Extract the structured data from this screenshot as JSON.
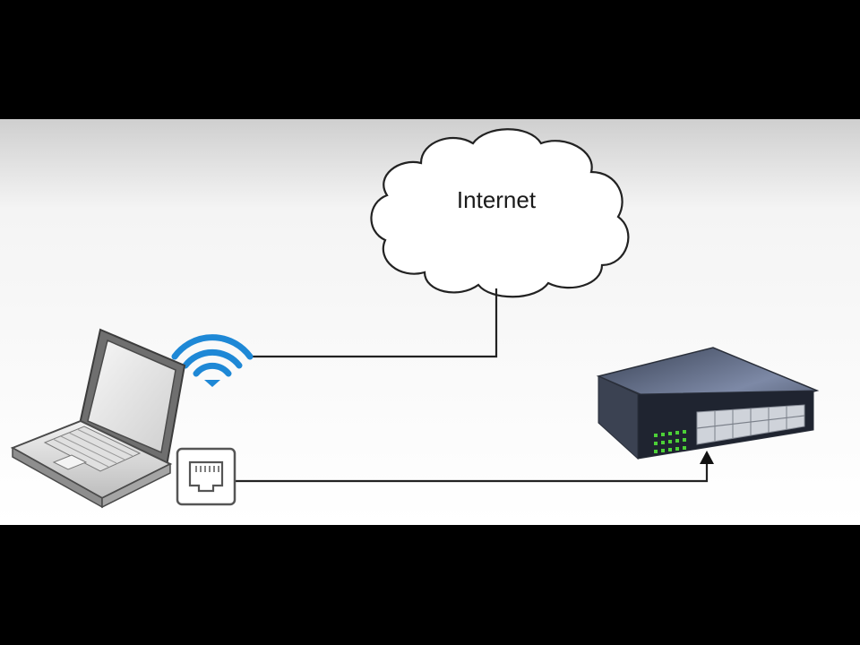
{
  "diagram": {
    "cloud_label": "Internet",
    "nodes": [
      {
        "id": "internet",
        "kind": "cloud",
        "icon": "cloud-icon"
      },
      {
        "id": "laptop",
        "kind": "device",
        "icon": "laptop-icon"
      },
      {
        "id": "wifi",
        "kind": "interface",
        "icon": "wifi-icon"
      },
      {
        "id": "ethernet",
        "kind": "interface",
        "icon": "ethernet-port-icon"
      },
      {
        "id": "switch",
        "kind": "device",
        "icon": "network-switch-icon"
      }
    ],
    "edges": [
      {
        "from": "wifi",
        "to": "internet",
        "style": "line"
      },
      {
        "from": "ethernet",
        "to": "switch",
        "style": "arrow"
      }
    ],
    "colors": {
      "background_top": "#d4d4d4",
      "background_bottom": "#ffffff",
      "letterbox": "#000000",
      "wifi": "#1e88d6",
      "switch_body": "#4a5468",
      "port_led": "#4cd137",
      "connector_line": "#222222"
    }
  }
}
